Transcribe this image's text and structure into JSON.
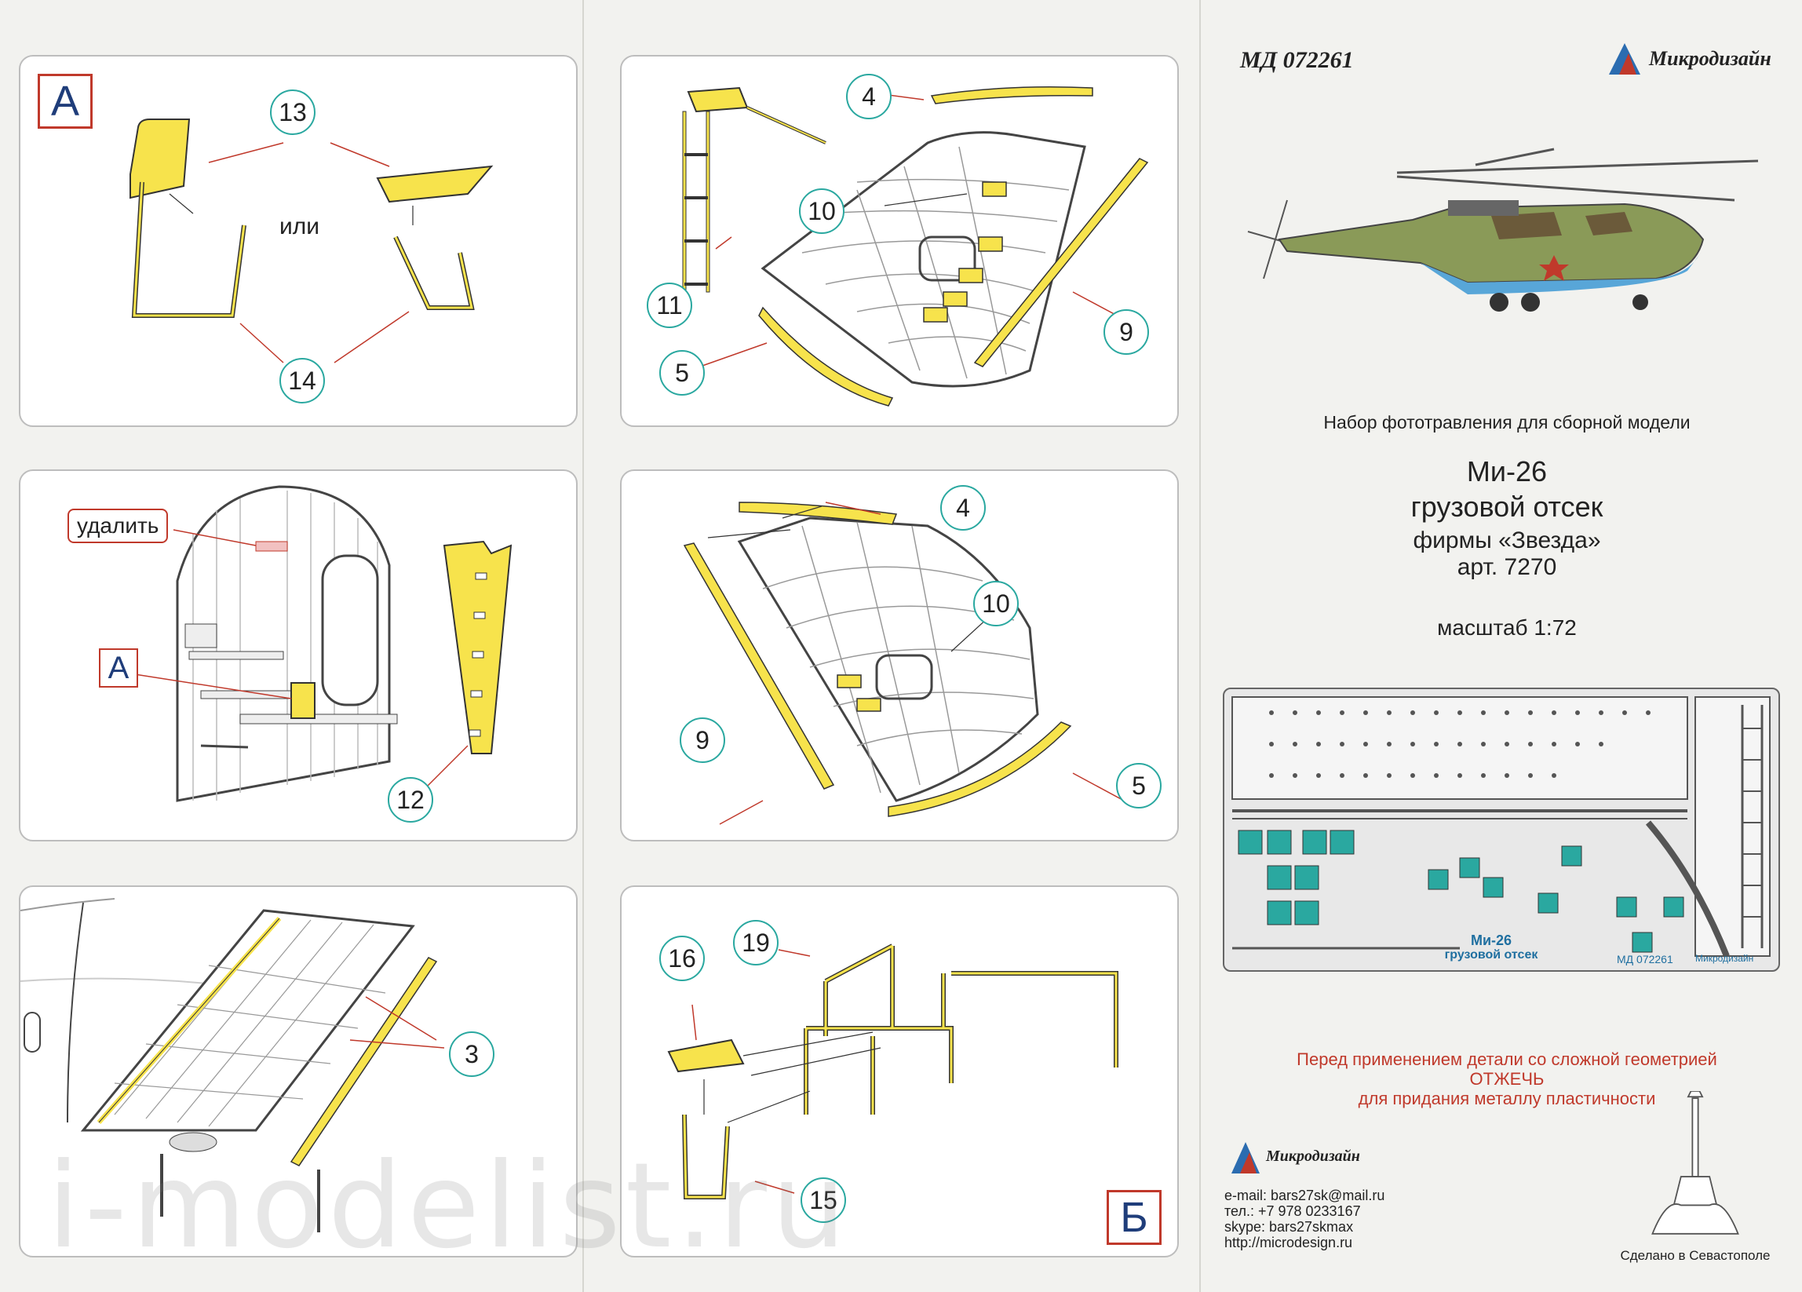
{
  "steps": {
    "s1": {
      "badge": "А",
      "word_or": "или",
      "labels": [
        "13",
        "14"
      ]
    },
    "s2": {
      "labels": [
        "4",
        "10",
        "11",
        "5",
        "9"
      ]
    },
    "s3": {
      "remove": "удалить",
      "badge": "А",
      "labels": [
        "12"
      ]
    },
    "s4": {
      "labels": [
        "4",
        "10",
        "9",
        "5"
      ]
    },
    "s5": {
      "labels": [
        "3"
      ]
    },
    "s6": {
      "badge": "Б",
      "labels": [
        "16",
        "19",
        "15"
      ]
    }
  },
  "cover": {
    "code": "МД 072261",
    "brand": "Микродизайн",
    "subtitle": "Набор фототравления для сборной модели",
    "model": "Ми-26",
    "part": "грузовой отсек",
    "maker": "фирмы «Звезда»",
    "article": "арт. 7270",
    "scale": "масштаб 1:72",
    "fret_label_line1": "Ми-26",
    "fret_label_line2": "грузовой отсек",
    "fret_code": "МД 072261",
    "fret_brand": "Микродизайн",
    "warning_line1": "Перед применением детали со сложной геометрией",
    "warning_line2": "ОТЖЕЧЬ",
    "warning_line3": "для придания металлу пластичности",
    "contact_brand": "Микродизайн",
    "email": "e-mail: bars27sk@mail.ru",
    "phone": "тел.: +7 978 0233167",
    "skype": "skype: bars27skmax",
    "url": "http://microdesign.ru",
    "made_in": "Сделано в Севастополе"
  },
  "watermark": "i-modelist.ru",
  "colors": {
    "part_yellow": "#f7e34c",
    "badge_red": "#c0392b",
    "badge_blue": "#1f3d7a",
    "teal": "#2aa8a0"
  }
}
